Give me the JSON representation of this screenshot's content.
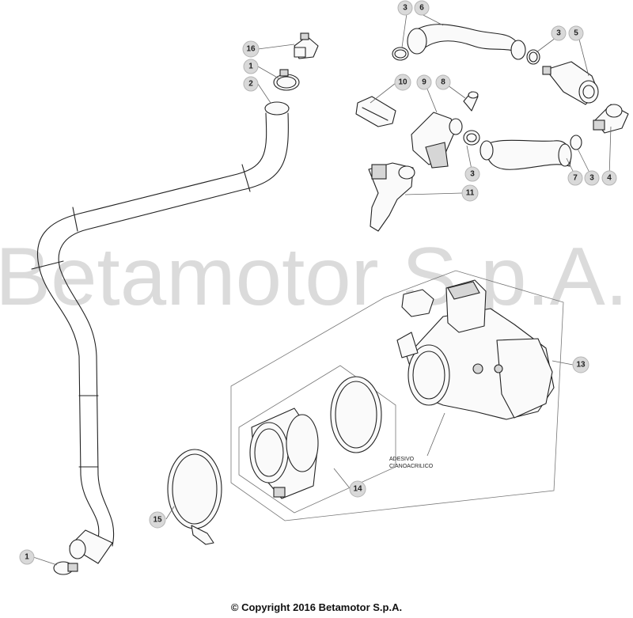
{
  "watermark": "Betamotor S.p.A.",
  "copyright": "© Copyright 2016 Betamotor S.p.A.",
  "sticker_label_line1": "ADESIVO",
  "sticker_label_line2": "CIANOACRILICO",
  "callouts": [
    {
      "label": "1"
    },
    {
      "label": "1"
    },
    {
      "label": "2"
    },
    {
      "label": "3"
    },
    {
      "label": "3"
    },
    {
      "label": "3"
    },
    {
      "label": "3"
    },
    {
      "label": "4"
    },
    {
      "label": "5"
    },
    {
      "label": "6"
    },
    {
      "label": "7"
    },
    {
      "label": "8"
    },
    {
      "label": "9"
    },
    {
      "label": "10"
    },
    {
      "label": "11"
    },
    {
      "label": "13"
    },
    {
      "label": "14"
    },
    {
      "label": "15"
    },
    {
      "label": "16"
    }
  ]
}
